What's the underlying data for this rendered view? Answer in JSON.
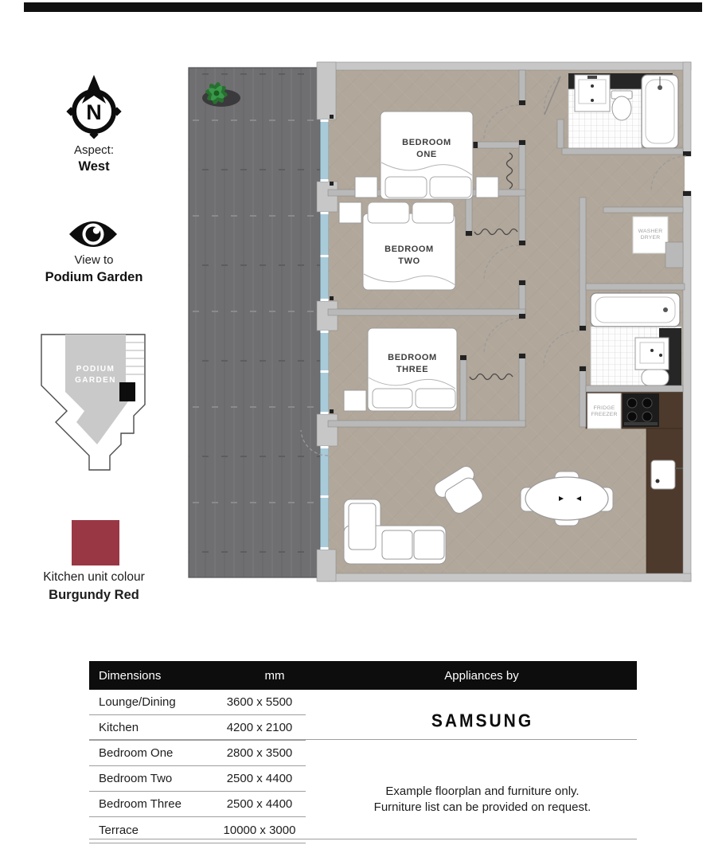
{
  "topbar": {
    "color": "#111111"
  },
  "sidebar": {
    "compass": {
      "letter": "N",
      "aspect_label": "Aspect:",
      "aspect_value": "West"
    },
    "view": {
      "label": "View to",
      "value": "Podium Garden"
    },
    "siteplan": {
      "garden_line1": "PODIUM",
      "garden_line2": "GARDEN"
    },
    "kitchen_colour": {
      "label": "Kitchen unit colour",
      "value": "Burgundy Red",
      "swatch_hex": "#9a3744"
    }
  },
  "floorplan": {
    "rooms": [
      {
        "line1": "BEDROOM",
        "line2": "ONE"
      },
      {
        "line1": "BEDROOM",
        "line2": "TWO"
      },
      {
        "line1": "BEDROOM",
        "line2": "THREE"
      }
    ],
    "appliances": [
      {
        "line1": "WASHER",
        "line2": "DRYER"
      },
      {
        "line1": "FRIDGE",
        "line2": "FREEZER"
      }
    ],
    "colors": {
      "terrace": "#6f6f71",
      "carpet": "#b1a79a",
      "wall": "#c7c7c7",
      "window": "#a9cbd9",
      "kitchen_counter": "#4d3a2c"
    }
  },
  "table": {
    "headers": [
      "Dimensions",
      "mm",
      "Appliances by"
    ],
    "rows": [
      {
        "room": "Lounge/Dining",
        "size": "3600 x 5500"
      },
      {
        "room": "Kitchen",
        "size": "4200 x 2100"
      },
      {
        "room": "Bedroom One",
        "size": "2800 x 3500"
      },
      {
        "room": "Bedroom Two",
        "size": "2500 x 4400"
      },
      {
        "room": "Bedroom Three",
        "size": "2500 x 4400"
      },
      {
        "room": "Terrace",
        "size": "10000 x 3000"
      }
    ],
    "brand": "SAMSUNG",
    "note_line1": "Example floorplan and furniture only.",
    "note_line2": "Furniture list can be provided on request."
  }
}
